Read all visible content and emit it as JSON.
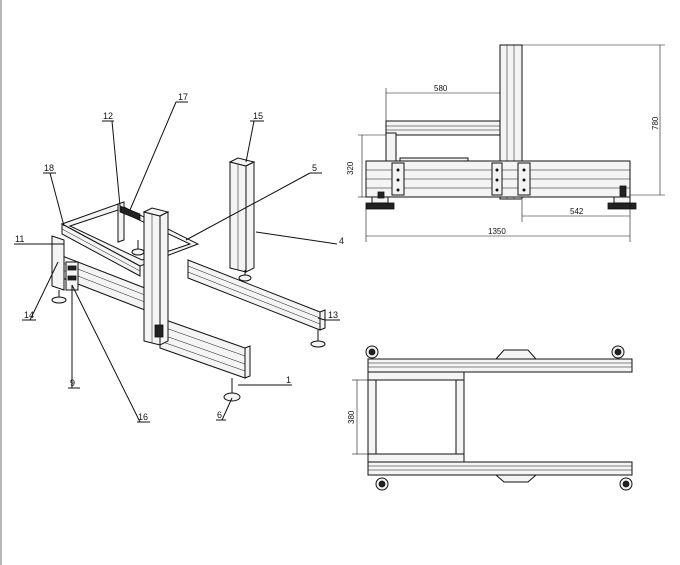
{
  "iso_view": {
    "part_labels": [
      "17",
      "12",
      "15",
      "18",
      "5",
      "11",
      "4",
      "14",
      "13",
      "9",
      "1",
      "16",
      "6"
    ]
  },
  "front_view": {
    "dimensions": [
      "580",
      "780",
      "320",
      "542",
      "1350"
    ]
  },
  "top_view": {
    "dimensions": [
      "380"
    ]
  }
}
